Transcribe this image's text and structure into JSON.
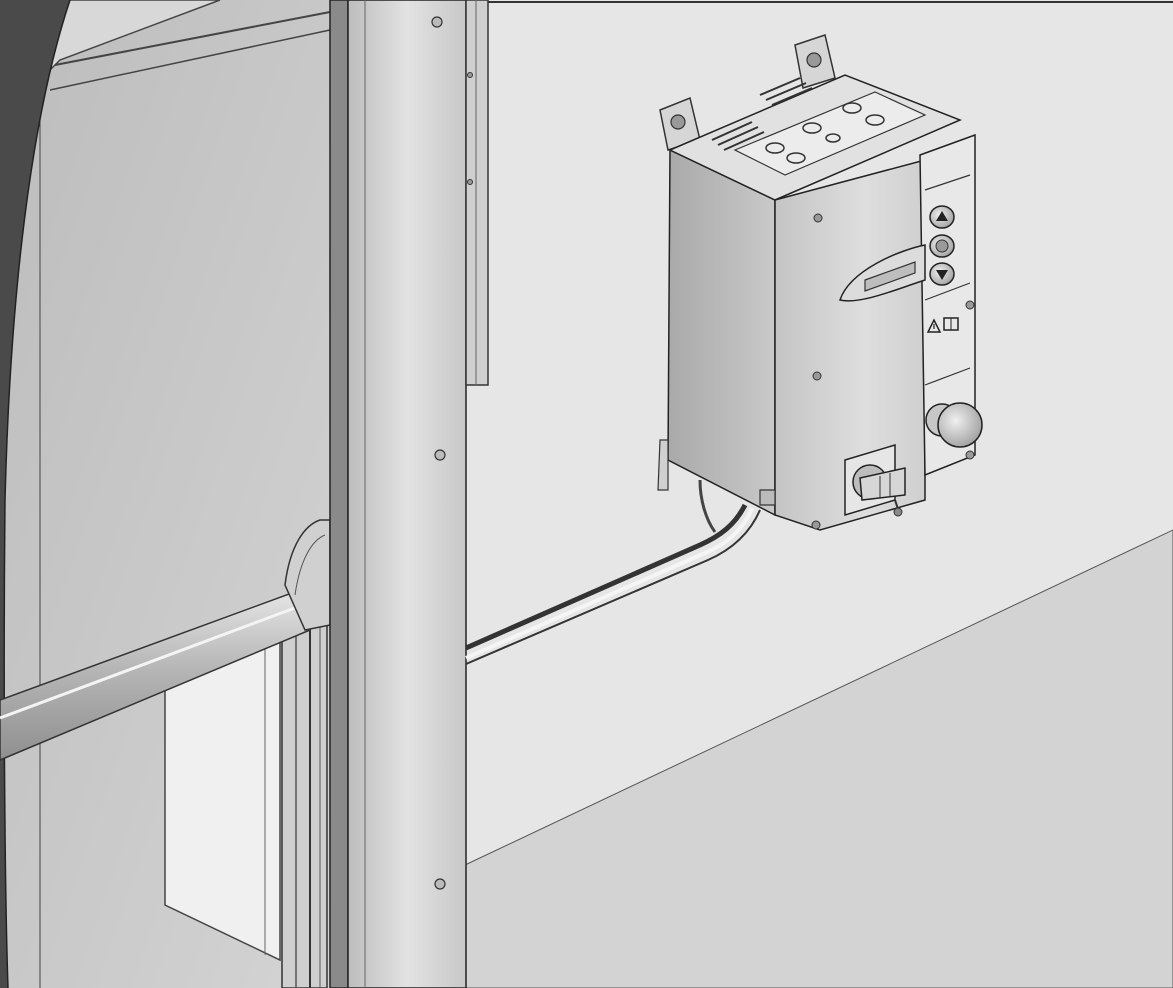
{
  "illustration": {
    "subject": "",
    "colors": {
      "wall": "#e4e4e4",
      "floor": "#d2d2d2",
      "dark_band": "#4a4a4a",
      "door_panel": "#c9c9c9",
      "post": "#d9d9d9",
      "box_front": "#cfcfcf",
      "box_side": "#bdbdbd",
      "outline": "#2a2a2a"
    },
    "icons": {
      "up_button": "triangle-up",
      "stop_button": "circle",
      "down_button": "triangle-down",
      "warning_symbol": "warning-triangle",
      "manual_symbol": "book"
    }
  }
}
